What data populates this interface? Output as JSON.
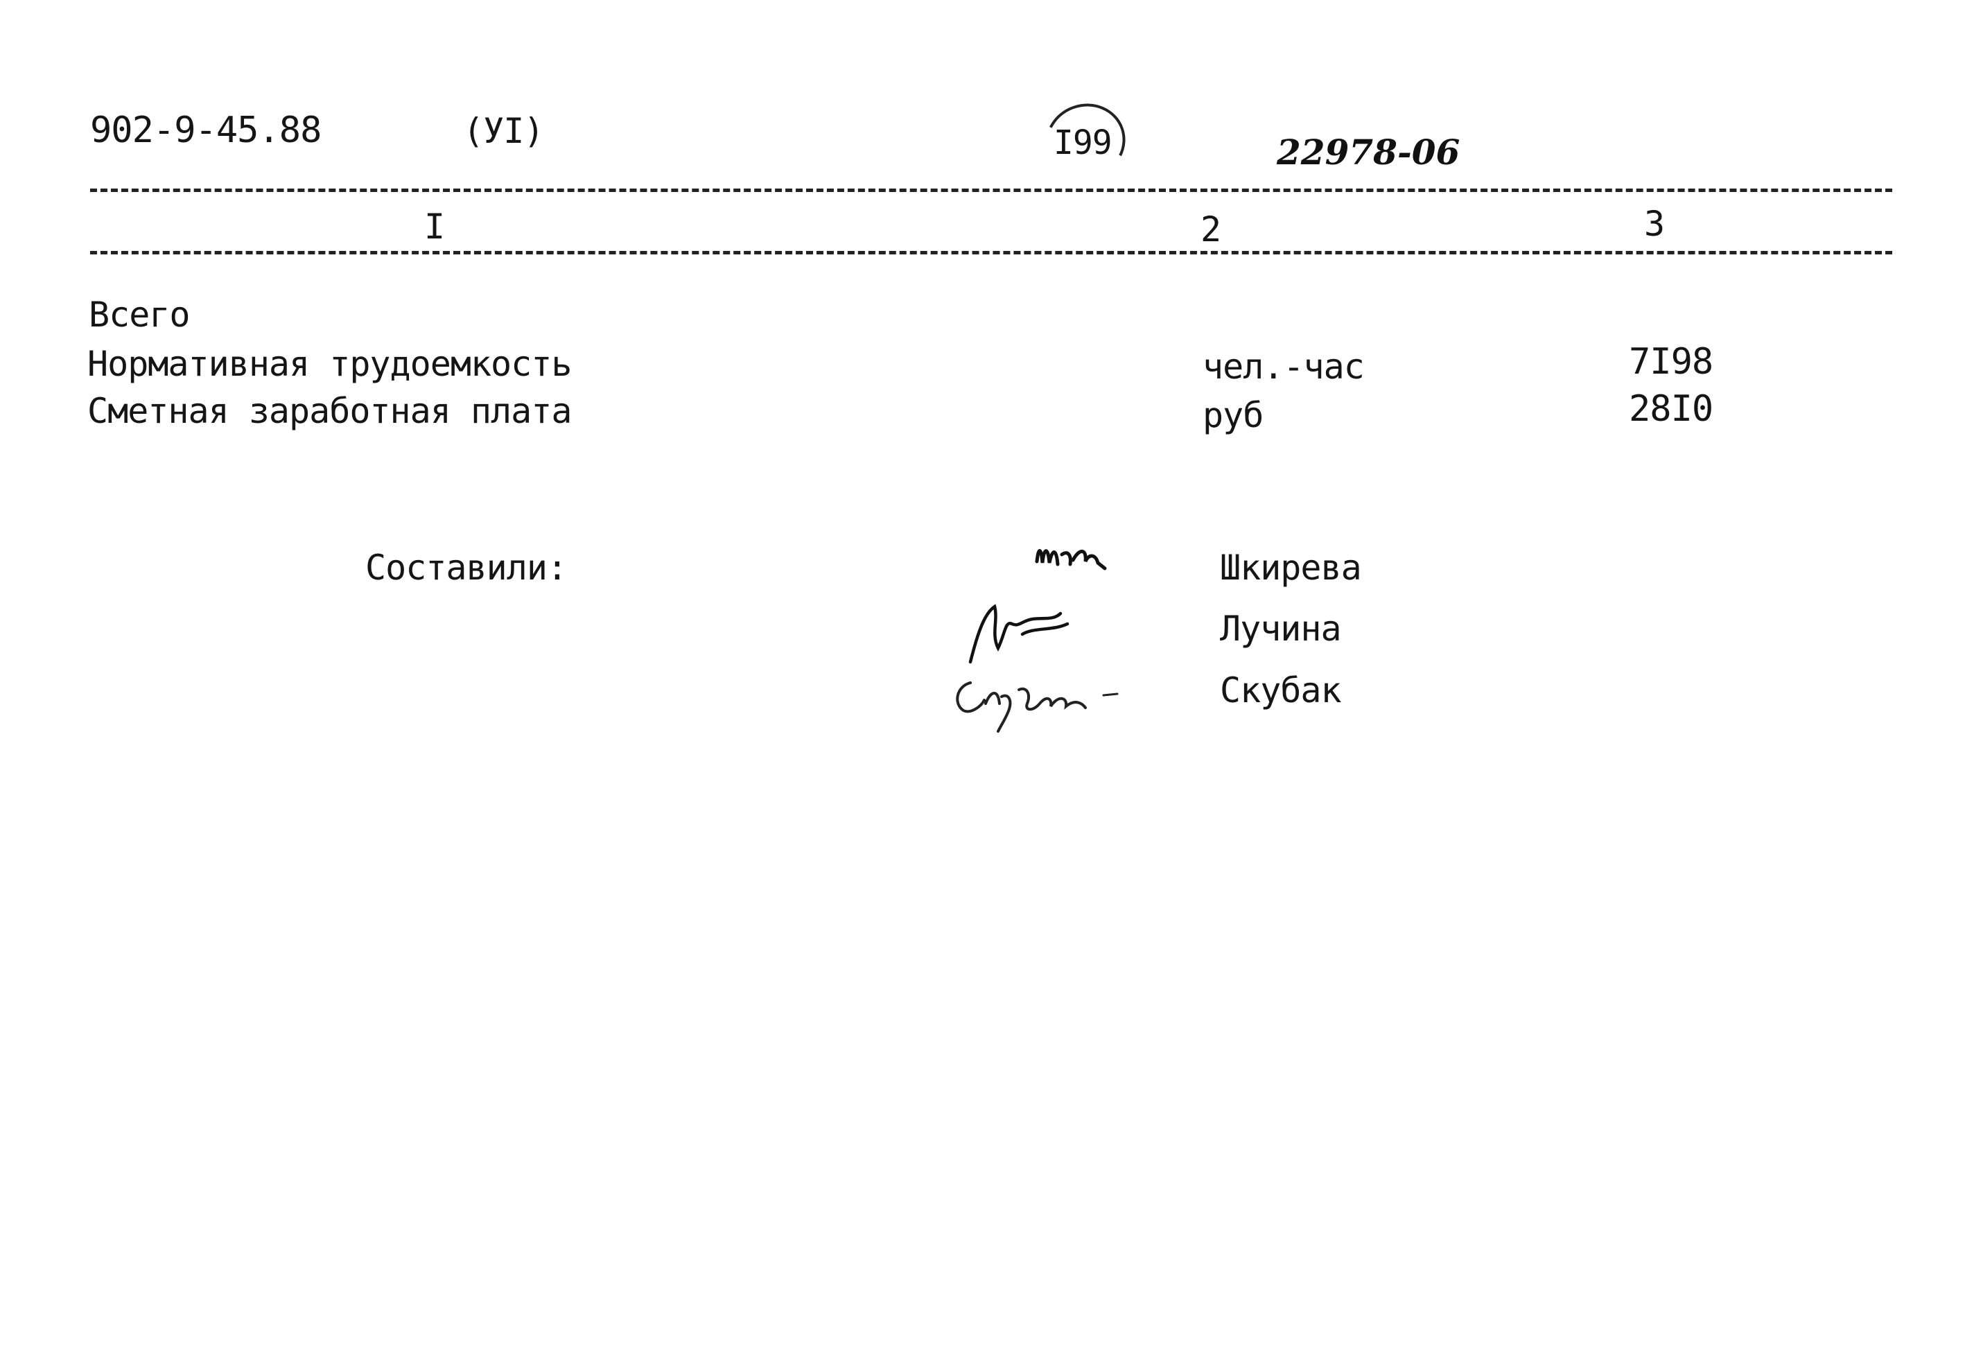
{
  "header": {
    "code": "902-9-45.88",
    "section": "(УI)",
    "page_number": "I99",
    "doc_number": "22978-06"
  },
  "table_header": {
    "col1": "I",
    "col2": "2",
    "col3": "3"
  },
  "summary": {
    "total_label": "Всего",
    "rows": [
      {
        "label": "Нормативная трудоемкость",
        "unit": "чел.-час",
        "value": "7I98"
      },
      {
        "label": "Сметная заработная плата",
        "unit": "руб",
        "value": "28I0"
      }
    ]
  },
  "compilers": {
    "label": "Составили:",
    "names": [
      "Шкирева",
      "Лучина",
      "Скубак"
    ],
    "signatures": [
      "Шк",
      "Луч",
      "Скубак"
    ]
  }
}
